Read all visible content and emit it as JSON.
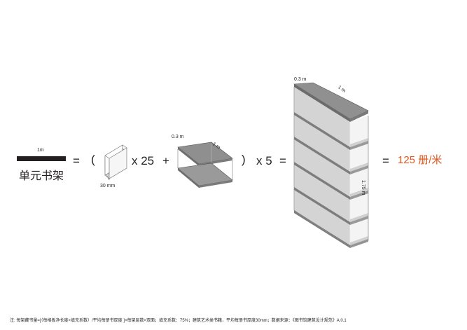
{
  "unit_bar": {
    "length_label": "1m",
    "title": "单元书架"
  },
  "book": {
    "thickness_label": "30 mm"
  },
  "shelf": {
    "depth_label": "0.3 m",
    "width_label": "1 m"
  },
  "bookcase": {
    "depth_label": "0.3 m",
    "width_label": "1 m",
    "height_label": "1.75 m"
  },
  "operators": {
    "equals1": "=",
    "open_paren": "(",
    "times25": "x 25",
    "plus": "+",
    "close_paren": ")",
    "times5": "x 5",
    "equals2": "=",
    "equals3": "="
  },
  "result": {
    "text": "125 册/米",
    "color": "#e0561e"
  },
  "footnote": "注: 每架藏书量=[（每格板净长度×填充系数）/平均每册书厚度 ]×每架层数×双面；填充系数：75%；建筑艺术类书籍，平均每册书厚度30mm；数据来源：《图书馆建筑设计规范》A.0.1"
}
